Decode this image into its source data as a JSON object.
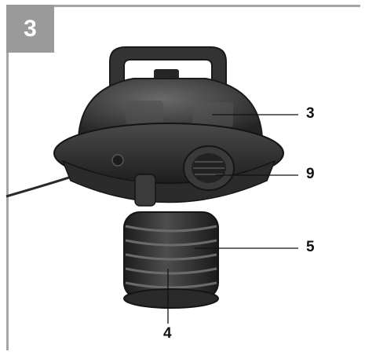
{
  "figure": {
    "number": "3",
    "colors": {
      "frame": "#a6a6a6",
      "badge": "#9a9a9a",
      "badge_text": "#ffffff"
    }
  },
  "callouts": [
    {
      "id": "c3",
      "label": "3"
    },
    {
      "id": "c9",
      "label": "9"
    },
    {
      "id": "c5",
      "label": "5"
    },
    {
      "id": "c4",
      "label": "4"
    }
  ]
}
